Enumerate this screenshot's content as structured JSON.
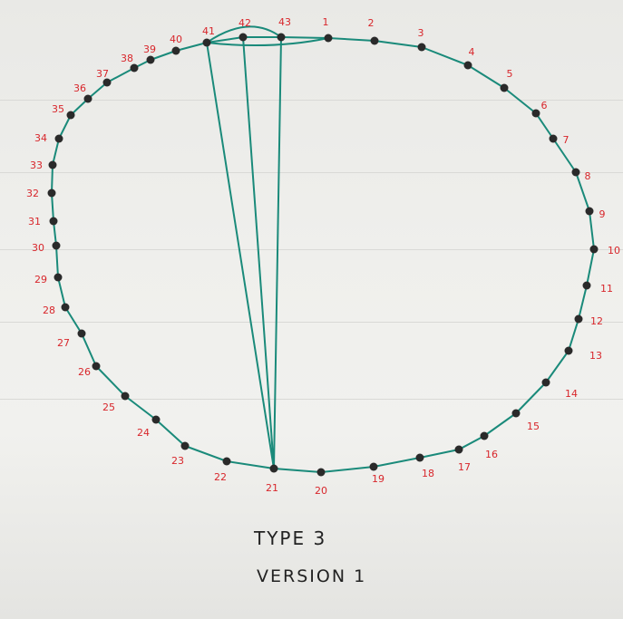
{
  "diagram": {
    "caption": {
      "line1": "TYPE 3",
      "line2": "VERSION 1"
    },
    "colors": {
      "wire": "#1a8a7a",
      "node": "#2a2a2a",
      "label": "#d8262b"
    },
    "node_labels": [
      "1",
      "2",
      "3",
      "4",
      "5",
      "6",
      "7",
      "8",
      "9",
      "10",
      "11",
      "12",
      "13",
      "14",
      "15",
      "16",
      "17",
      "18",
      "19",
      "20",
      "21",
      "22",
      "23",
      "24",
      "25",
      "26",
      "27",
      "28",
      "29",
      "30",
      "31",
      "32",
      "33",
      "34",
      "35",
      "36",
      "37",
      "38",
      "39",
      "40",
      "41",
      "42",
      "43"
    ]
  }
}
